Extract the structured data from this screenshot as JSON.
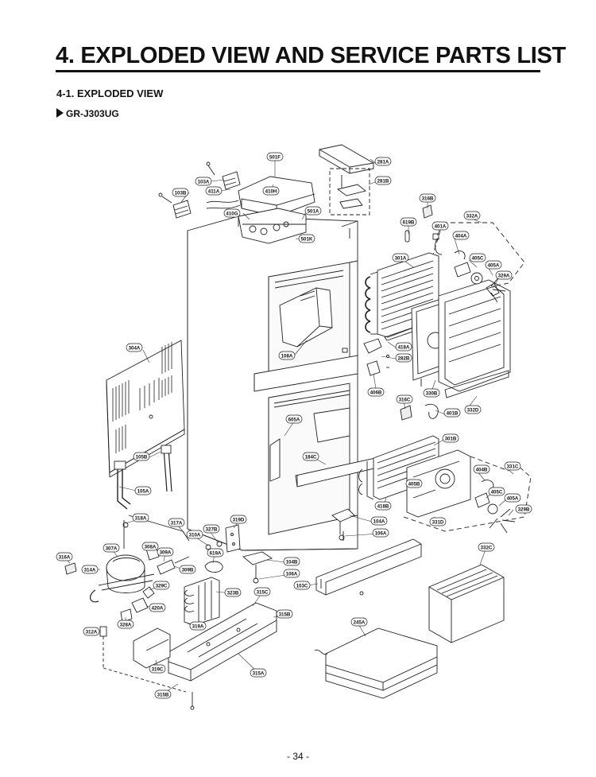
{
  "title": "4. EXPLODED VIEW AND SERVICE PARTS LIST",
  "section": "4-1. EXPLODED VIEW",
  "model": "GR-J303UG",
  "page_number": "- 34 -",
  "callouts": [
    {
      "id": "501F"
    },
    {
      "id": "281A"
    },
    {
      "id": "281B"
    },
    {
      "id": "103A"
    },
    {
      "id": "411A"
    },
    {
      "id": "410H"
    },
    {
      "id": "103B"
    },
    {
      "id": "410G"
    },
    {
      "id": "501A"
    },
    {
      "id": "316B"
    },
    {
      "id": "619B"
    },
    {
      "id": "332A"
    },
    {
      "id": "401A"
    },
    {
      "id": "404A"
    },
    {
      "id": "501K"
    },
    {
      "id": "301A"
    },
    {
      "id": "405C"
    },
    {
      "id": "405A"
    },
    {
      "id": "329A"
    },
    {
      "id": "304A"
    },
    {
      "id": "108A"
    },
    {
      "id": "418A"
    },
    {
      "id": "282B"
    },
    {
      "id": "406B"
    },
    {
      "id": "330B"
    },
    {
      "id": "316C"
    },
    {
      "id": "332D"
    },
    {
      "id": "401B"
    },
    {
      "id": "605A"
    },
    {
      "id": "301B"
    },
    {
      "id": "184C"
    },
    {
      "id": "105B"
    },
    {
      "id": "331C"
    },
    {
      "id": "404B"
    },
    {
      "id": "405B"
    },
    {
      "id": "405C"
    },
    {
      "id": "405A"
    },
    {
      "id": "329B"
    },
    {
      "id": "105A"
    },
    {
      "id": "418B"
    },
    {
      "id": "104A"
    },
    {
      "id": "331D"
    },
    {
      "id": "319D"
    },
    {
      "id": "318A"
    },
    {
      "id": "317A"
    },
    {
      "id": "106A"
    },
    {
      "id": "327B"
    },
    {
      "id": "310A"
    },
    {
      "id": "332C"
    },
    {
      "id": "307A"
    },
    {
      "id": "308A"
    },
    {
      "id": "309A"
    },
    {
      "id": "619A"
    },
    {
      "id": "316A"
    },
    {
      "id": "104B"
    },
    {
      "id": "314A"
    },
    {
      "id": "309B"
    },
    {
      "id": "106A"
    },
    {
      "id": "329C"
    },
    {
      "id": "103C"
    },
    {
      "id": "315C"
    },
    {
      "id": "323B"
    },
    {
      "id": "420A"
    },
    {
      "id": "315B"
    },
    {
      "id": "328A"
    },
    {
      "id": "245A"
    },
    {
      "id": "319A"
    },
    {
      "id": "312A"
    },
    {
      "id": "319C"
    },
    {
      "id": "315A"
    },
    {
      "id": "315B"
    }
  ]
}
